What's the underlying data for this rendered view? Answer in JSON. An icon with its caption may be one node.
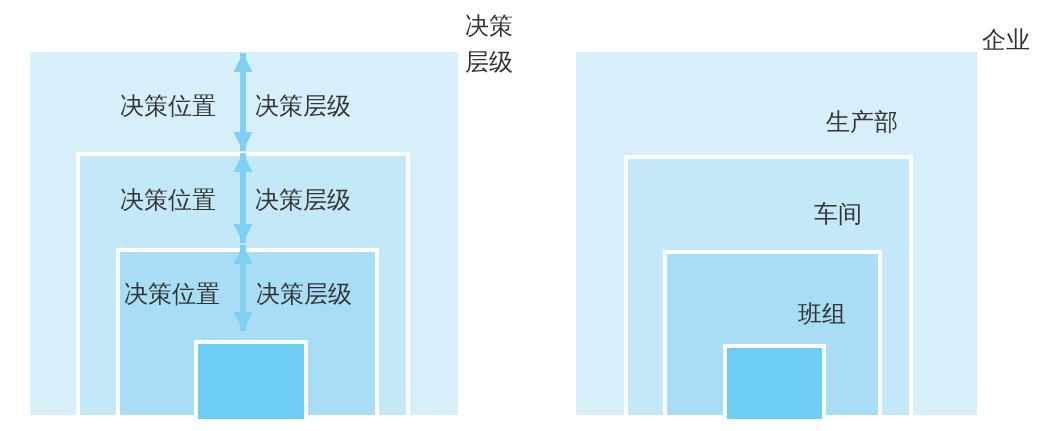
{
  "diagram": {
    "nodes": [
      {
        "text": [
          "决策层级",
          "决策位置",
          "决策层级"
        ]
      },
      {
        "text": [
          "决策位置",
          "决策层级"
        ],
        "in": 0
      },
      {
        "text": [
          "决策位置",
          "决策层级"
        ],
        "in": 1
      },
      {
        "text": [],
        "shape": "box",
        "in": 2
      },
      {
        "text": [
          "企业",
          "生产部"
        ]
      },
      {
        "text": [
          "车间"
        ],
        "in": 4
      },
      {
        "text": [
          "班组"
        ],
        "in": 5
      },
      {
        "text": [],
        "shape": "box",
        "in": 6
      }
    ]
  }
}
